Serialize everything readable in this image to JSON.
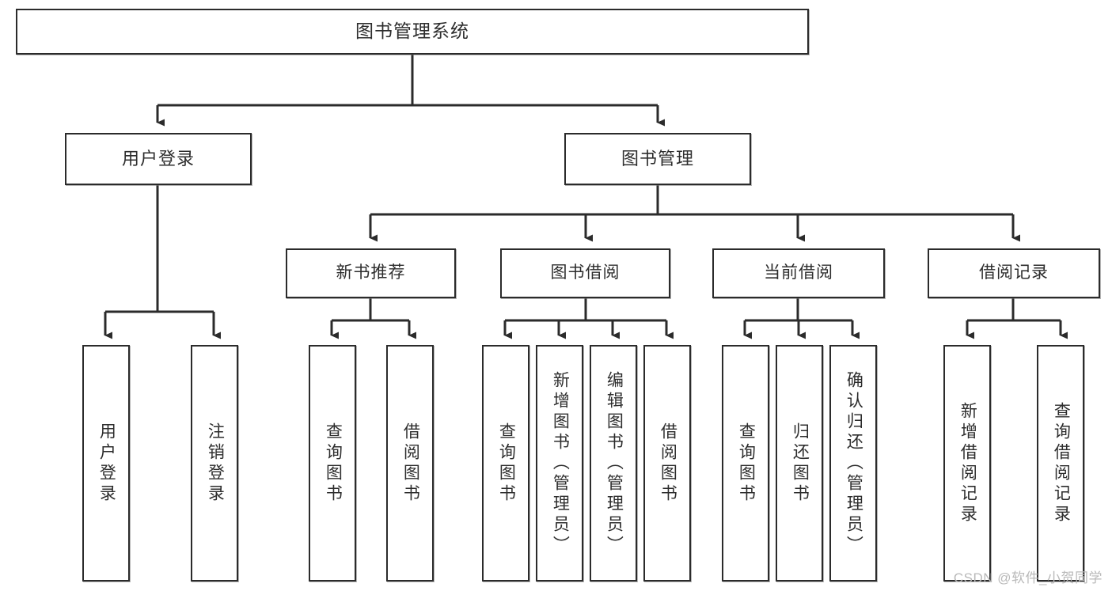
{
  "diagram": {
    "title": "图书管理系统",
    "type": "tree",
    "watermark": "CSDN @软件_小贺同学",
    "colors": {
      "background": "#ffffff",
      "box_border": "#2b2b2b",
      "box_fill": "#ffffff",
      "text": "#2d2d2d",
      "connector": "#2b2b2b",
      "watermark": "#b9b9b9"
    },
    "nodes": {
      "root": {
        "label": "图书管理系统"
      },
      "level2": [
        {
          "label": "用户登录"
        },
        {
          "label": "图书管理"
        }
      ],
      "level3": [
        {
          "label": "新书推荐"
        },
        {
          "label": "图书借阅"
        },
        {
          "label": "当前借阅"
        },
        {
          "label": "借阅记录"
        }
      ],
      "leaves": [
        {
          "label": "用户登录",
          "parent": "用户登录"
        },
        {
          "label": "注销登录",
          "parent": "用户登录"
        },
        {
          "label": "查询图书",
          "parent": "新书推荐"
        },
        {
          "label": "借阅图书",
          "parent": "新书推荐"
        },
        {
          "label": "查询图书",
          "parent": "图书借阅"
        },
        {
          "label": "新增图书（管理员）",
          "parent": "图书借阅"
        },
        {
          "label": "编辑图书（管理员）",
          "parent": "图书借阅"
        },
        {
          "label": "借阅图书",
          "parent": "图书借阅"
        },
        {
          "label": "查询图书",
          "parent": "当前借阅"
        },
        {
          "label": "归还图书",
          "parent": "当前借阅"
        },
        {
          "label": "确认归还（管理员）",
          "parent": "当前借阅"
        },
        {
          "label": "新增借阅记录",
          "parent": "借阅记录"
        },
        {
          "label": "查询借阅记录",
          "parent": "借阅记录"
        }
      ]
    }
  }
}
